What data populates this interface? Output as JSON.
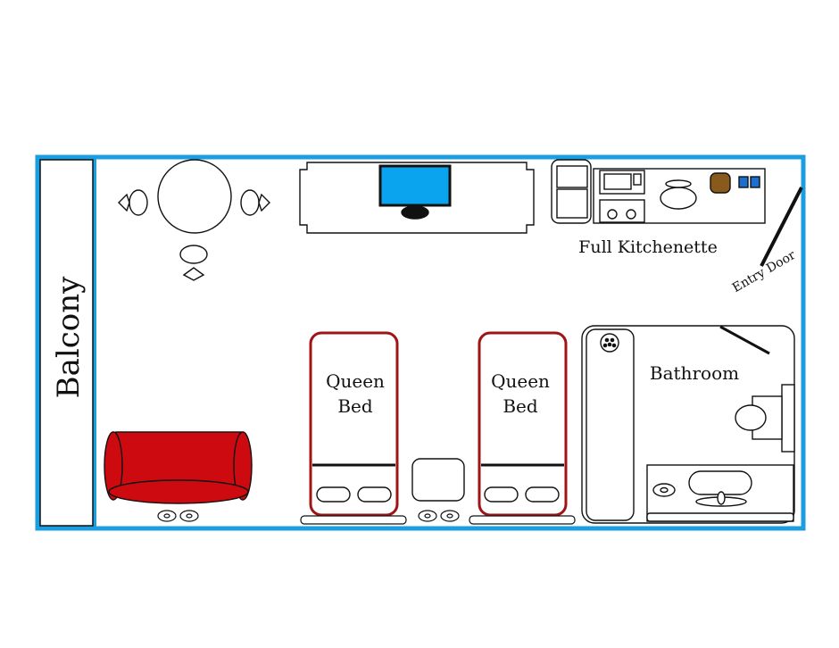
{
  "labels": {
    "balcony": "Balcony",
    "kitchenette": "Full Kitchenette",
    "entry_door": "Entry Door",
    "bathroom": "Bathroom",
    "bed1_line1": "Queen",
    "bed1_line2": "Bed",
    "bed2_line1": "Queen",
    "bed2_line2": "Bed"
  },
  "colors": {
    "wall": "#1a9ee0",
    "sofa": "#cc0a10",
    "bed_frame": "#a01416",
    "tv_screen": "#0aa3ee",
    "coffee_maker": "#8a5a1c",
    "toaster": "#1a6fd0"
  }
}
